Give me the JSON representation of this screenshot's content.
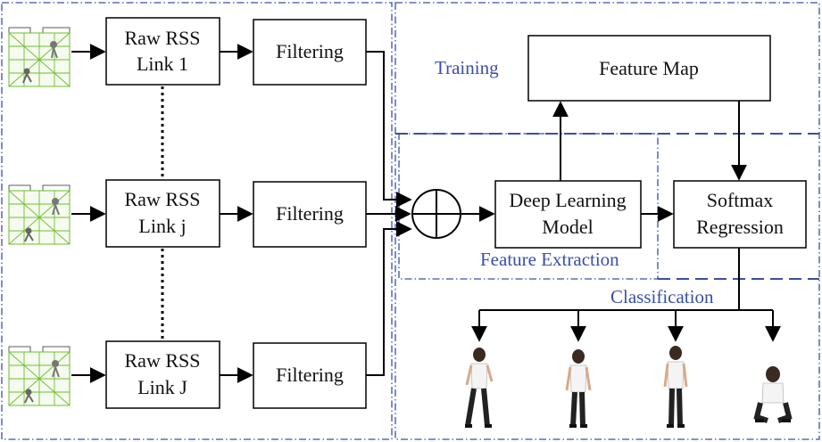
{
  "links": [
    {
      "line1": "Raw RSS",
      "line2": "Link 1",
      "filter": "Filtering"
    },
    {
      "line1": "Raw RSS",
      "line2": "Link j",
      "filter": "Filtering"
    },
    {
      "line1": "Raw RSS",
      "line2": "Link J",
      "filter": "Filtering"
    }
  ],
  "feature_map": "Feature Map",
  "deep_learning": {
    "line1": "Deep Learning",
    "line2": "Model"
  },
  "softmax": {
    "line1": "Softmax",
    "line2": "Regression"
  },
  "regions": {
    "training": "Training",
    "feature_extraction": "Feature Extraction",
    "classification": "Classification"
  },
  "colors": {
    "region_border": "#3a4fa8",
    "region_text": "#3a4fa8",
    "grid_green": "#6bbf2a"
  },
  "icons": {
    "sensor_grid": "sensor-grid-icon",
    "sum_node": "circle-plus-icon",
    "posture": "person-posture-image"
  },
  "postures_count_note": "four person posture images"
}
